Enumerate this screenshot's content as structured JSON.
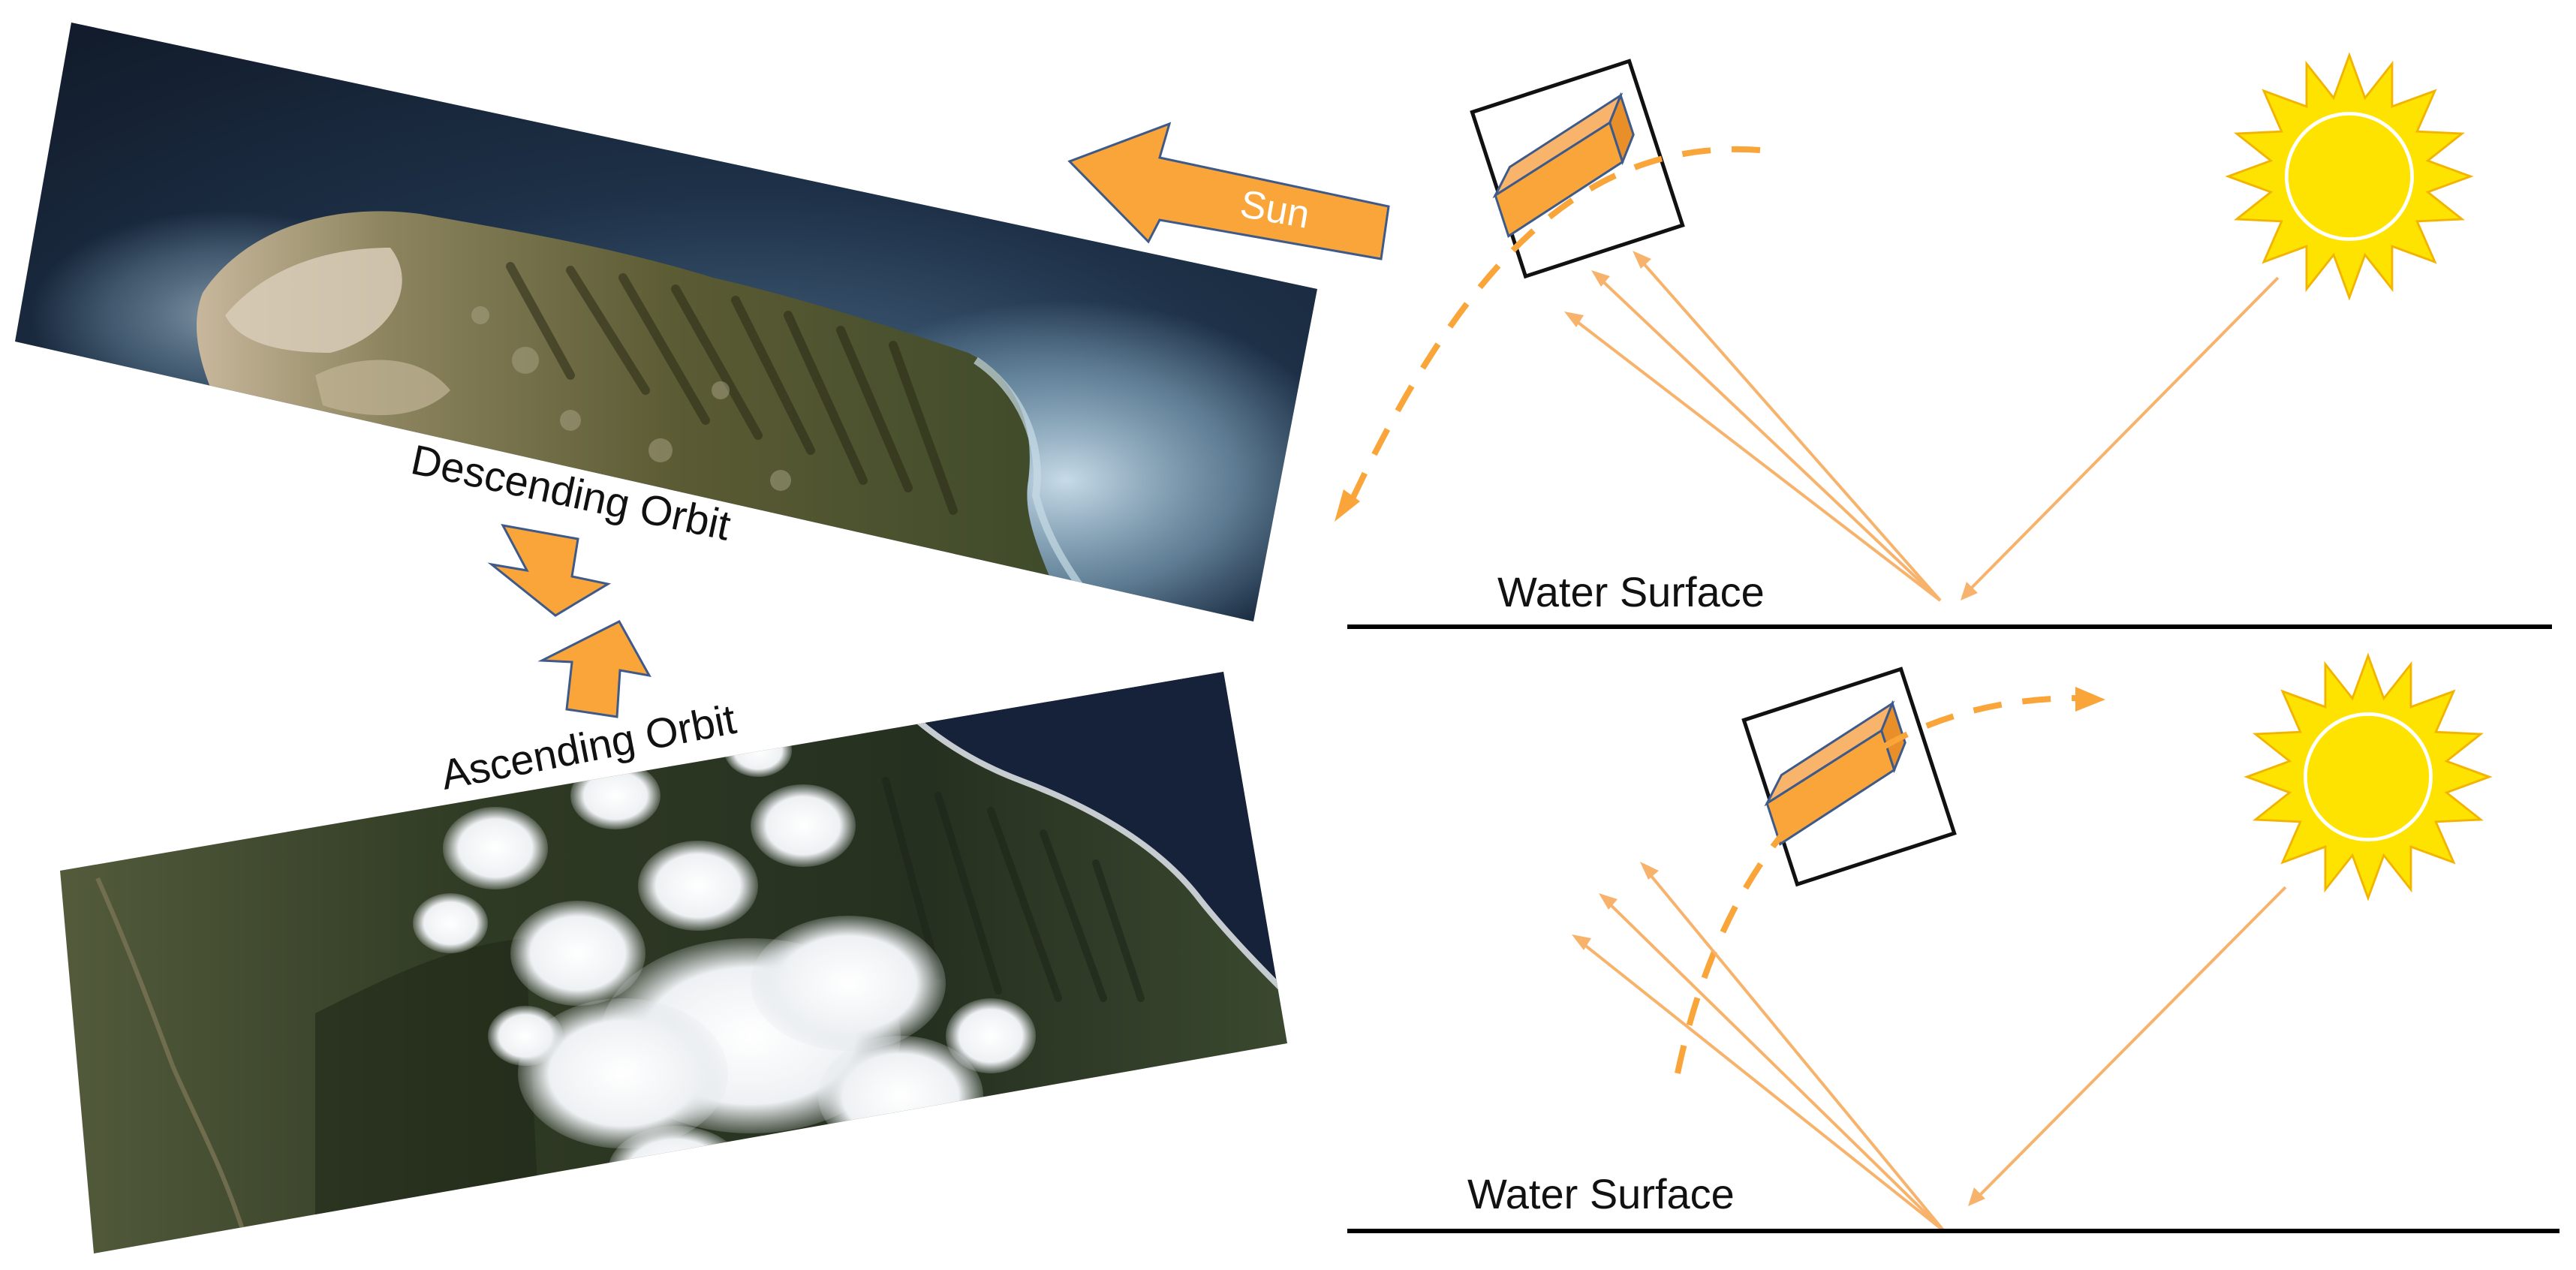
{
  "labels": {
    "sun_arrow": "Sun",
    "descending_orbit": "Descending Orbit",
    "ascending_orbit": "Ascending Orbit",
    "water_surface_top": "Water Surface",
    "water_surface_bottom": "Water Surface"
  },
  "colors": {
    "orange_fill": "#f9a53a",
    "orange_line": "#f7b36b",
    "sun_yellow": "#ffe300",
    "sun_edge": "#f2b400",
    "ocean_dark": "#17253a",
    "ocean_light": "#7fa8c0",
    "land_dark": "#2c3321",
    "land_mid": "#596544",
    "cloud": "#f2f4f6"
  },
  "icons": [
    "satellite-icon",
    "sun-icon",
    "arrow-icon"
  ]
}
